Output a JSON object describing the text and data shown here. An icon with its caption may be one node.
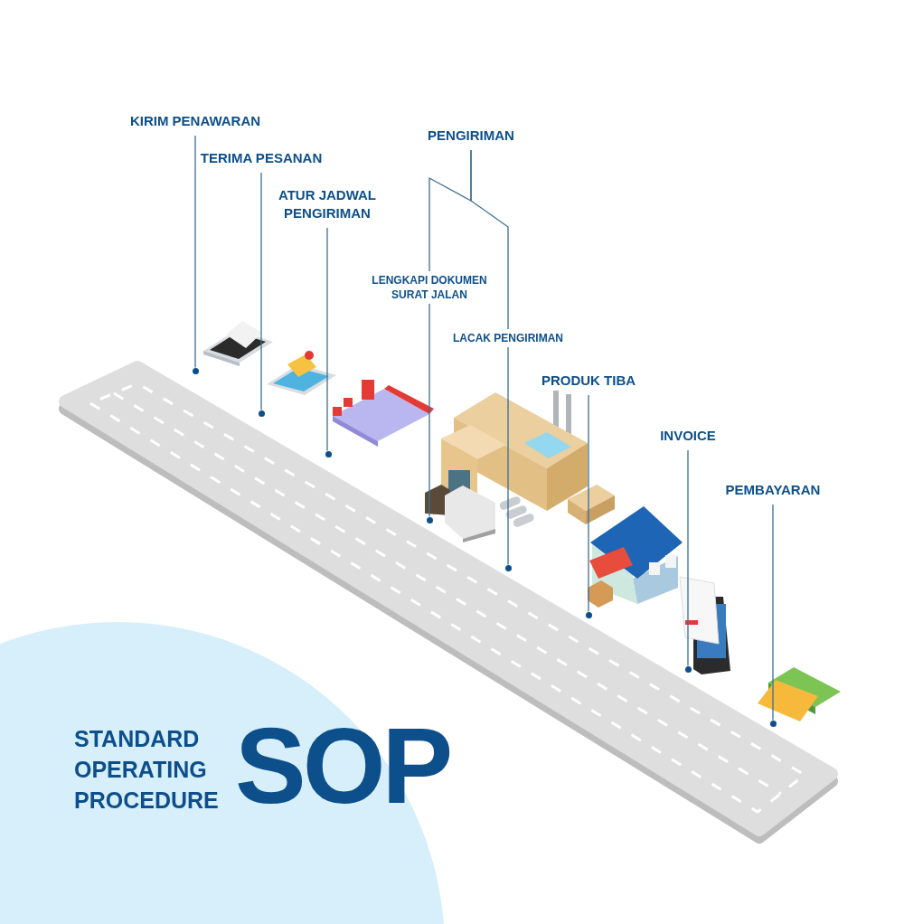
{
  "diagram": {
    "title": "SOP",
    "nodes": [
      {
        "text": [
          "KIRIM PENAWARAN"
        ]
      },
      {
        "text": [
          "TERIMA PESANAN"
        ]
      },
      {
        "text": [
          "ATUR JADWAL PENGIRIMAN"
        ]
      },
      {
        "text": [
          "PENGIRIMAN"
        ]
      },
      {
        "text": [
          "PRODUK TIBA"
        ]
      },
      {
        "text": [
          "INVOICE"
        ]
      },
      {
        "text": [
          "PEMBAYARAN"
        ]
      },
      {
        "text": [],
        "shape": "circle"
      },
      {
        "text": [],
        "shape": "circle"
      },
      {
        "text": [],
        "shape": "circle"
      },
      {
        "text": [],
        "shape": "circle"
      },
      {
        "text": [],
        "shape": "circle"
      },
      {
        "text": [],
        "shape": "circle"
      },
      {
        "text": [],
        "shape": "circle"
      },
      {
        "text": [],
        "shape": "circle"
      }
    ],
    "edges": [
      {
        "from": 0,
        "to": 7,
        "arrow": "none"
      },
      {
        "from": 1,
        "to": 8,
        "arrow": "none"
      },
      {
        "from": 2,
        "to": 9,
        "arrow": "none"
      },
      {
        "from": 3,
        "to": 10,
        "arrow": "none",
        "label": "LENGKAPI DOKUMEN SURAT JALAN"
      },
      {
        "from": 3,
        "to": 11,
        "arrow": "none",
        "label": "LACAK PENGIRIMAN"
      },
      {
        "from": 4,
        "to": 12,
        "arrow": "none"
      },
      {
        "from": 5,
        "to": 13,
        "arrow": "none"
      },
      {
        "from": 6,
        "to": 14,
        "arrow": "none"
      }
    ],
    "labels": [
      "STANDARD OPERATING PROCEDURE"
    ]
  }
}
